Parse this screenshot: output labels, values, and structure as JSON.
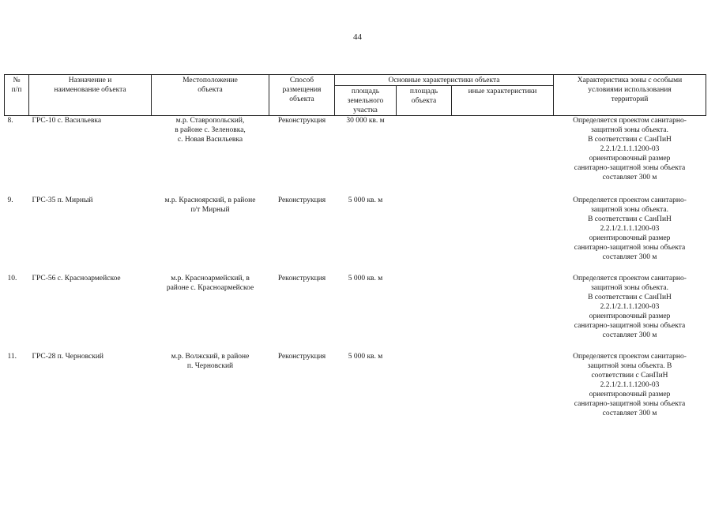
{
  "page_number": "44",
  "table": {
    "headers": {
      "num": [
        "№",
        "п/п"
      ],
      "name": [
        "Назначение и",
        "наименование объекта"
      ],
      "location": [
        "Местоположение",
        "объекта"
      ],
      "method": [
        "Способ",
        "размещения",
        "объекта"
      ],
      "main_chars": "Основные характеристики объекта",
      "area": [
        "площадь",
        "земельного",
        "участка"
      ],
      "obj_area": [
        "площадь",
        "объекта"
      ],
      "other": "иные характеристики",
      "zone": [
        "Характеристика зоны с особыми",
        "условиями использования",
        "территорий"
      ]
    },
    "rows": [
      {
        "num": "8.",
        "name": "ГРС-10 с. Васильевка",
        "location": [
          "м.р. Ставропольский,",
          "в районе с. Зеленовка,",
          "с. Новая Васильевка"
        ],
        "method": "Реконструкция",
        "area": "30 000 кв. м",
        "obj_area": "",
        "other": "",
        "zone": [
          "Определяется проектом санитарно-",
          "защитной зоны объекта.",
          "В соответствии с СанПиН",
          "2.2.1/2.1.1.1200-03",
          "ориентировочный размер",
          "санитарно-защитной зоны объекта",
          "составляет 300 м"
        ]
      },
      {
        "num": "9.",
        "name": "ГРС-35 п. Мирный",
        "location": [
          "м.р. Красноярский, в районе",
          "п/т Мирный"
        ],
        "method": "Реконструкция",
        "area": "5 000 кв. м",
        "obj_area": "",
        "other": "",
        "zone": [
          "Определяется проектом санитарно-",
          "защитной зоны объекта.",
          "В соответствии с СанПиН",
          "2.2.1/2.1.1.1200-03",
          "ориентировочный размер",
          "санитарно-защитной зоны объекта",
          "составляет 300 м"
        ]
      },
      {
        "num": "10.",
        "name": "ГРС-56 с. Красноармейское",
        "location": [
          "м.р. Красноармейский, в",
          "районе с. Красноармейское"
        ],
        "method": "Реконструкция",
        "area": "5 000 кв. м",
        "obj_area": "",
        "other": "",
        "zone": [
          "Определяется проектом санитарно-",
          "защитной зоны объекта.",
          "В соответствии с СанПиН",
          "2.2.1/2.1.1.1200-03",
          "ориентировочный размер",
          "санитарно-защитной зоны объекта",
          "составляет 300 м"
        ]
      },
      {
        "num": "11.",
        "name": "ГРС-28 п. Черновский",
        "location": [
          "м.р. Волжский, в районе",
          "п. Черновский"
        ],
        "method": "Реконструкция",
        "area": "5 000 кв. м",
        "obj_area": "",
        "other": "",
        "zone": [
          "Определяется проектом санитарно-",
          "защитной зоны объекта. В",
          "соответствии с СанПиН",
          "2.2.1/2.1.1.1200-03",
          "ориентировочный размер",
          "санитарно-защитной зоны объекта",
          "составляет 300 м"
        ]
      }
    ]
  }
}
